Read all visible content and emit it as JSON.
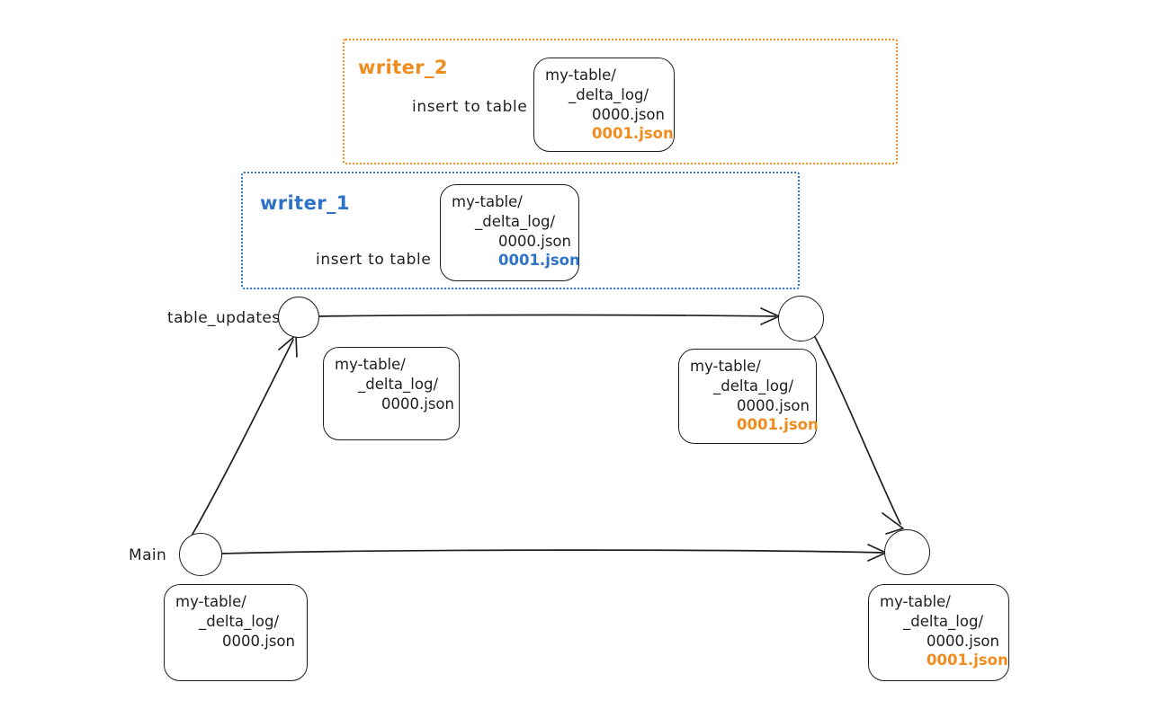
{
  "diagram": {
    "title": "Delta Lake concurrent writers branch diagram",
    "colors": {
      "orange": "#f08c1e",
      "blue": "#2e73c8",
      "ink": "#1e1e1e",
      "background": "#ffffff"
    }
  },
  "lanes": [
    {
      "id": "writer-2",
      "title": "writer_2",
      "action": "insert to table",
      "color": "orange"
    },
    {
      "id": "writer-1",
      "title": "writer_1",
      "action": "insert to table",
      "color": "blue"
    }
  ],
  "branches": [
    {
      "id": "table-updates",
      "label": "table_updates"
    },
    {
      "id": "main",
      "label": "Main"
    }
  ],
  "fileboxes": [
    {
      "id": "writer2-box",
      "lines": [
        {
          "text": "my-table/",
          "color": "ink"
        },
        {
          "text": "_delta_log/",
          "color": "ink"
        },
        {
          "text": "0000.json",
          "color": "ink"
        },
        {
          "text": "0001.json",
          "color": "orange"
        }
      ]
    },
    {
      "id": "writer1-box",
      "lines": [
        {
          "text": "my-table/",
          "color": "ink"
        },
        {
          "text": "_delta_log/",
          "color": "ink"
        },
        {
          "text": "0000.json",
          "color": "ink"
        },
        {
          "text": "0001.json",
          "color": "blue"
        }
      ]
    },
    {
      "id": "table-updates-initial-box",
      "lines": [
        {
          "text": "my-table/",
          "color": "ink"
        },
        {
          "text": "_delta_log/",
          "color": "ink"
        },
        {
          "text": "0000.json",
          "color": "ink"
        }
      ]
    },
    {
      "id": "table-updates-merged-box",
      "lines": [
        {
          "text": "my-table/",
          "color": "ink"
        },
        {
          "text": "_delta_log/",
          "color": "ink"
        },
        {
          "text": "0000.json",
          "color": "ink"
        },
        {
          "text": "0001.json",
          "color": "orange"
        }
      ]
    },
    {
      "id": "main-initial-box",
      "lines": [
        {
          "text": "my-table/",
          "color": "ink"
        },
        {
          "text": "_delta_log/",
          "color": "ink"
        },
        {
          "text": "0000.json",
          "color": "ink"
        }
      ]
    },
    {
      "id": "main-merged-box",
      "lines": [
        {
          "text": "my-table/",
          "color": "ink"
        },
        {
          "text": "_delta_log/",
          "color": "ink"
        },
        {
          "text": "0000.json",
          "color": "ink"
        },
        {
          "text": "0001.json",
          "color": "orange"
        }
      ]
    }
  ],
  "nodes": [
    {
      "id": "node-table-updates-start",
      "branch": "table_updates"
    },
    {
      "id": "node-table-updates-end",
      "branch": "table_updates"
    },
    {
      "id": "node-main-start",
      "branch": "Main"
    },
    {
      "id": "node-main-end",
      "branch": "Main"
    }
  ],
  "edges": [
    {
      "id": "edge-table-updates-commit",
      "from": "node-table-updates-start",
      "to": "node-table-updates-end"
    },
    {
      "id": "edge-main-branch-off",
      "from": "node-main-start",
      "to": "node-table-updates-start"
    },
    {
      "id": "edge-main-commit",
      "from": "node-main-start",
      "to": "node-main-end"
    },
    {
      "id": "edge-merge-back",
      "from": "node-table-updates-end",
      "to": "node-main-end"
    }
  ]
}
